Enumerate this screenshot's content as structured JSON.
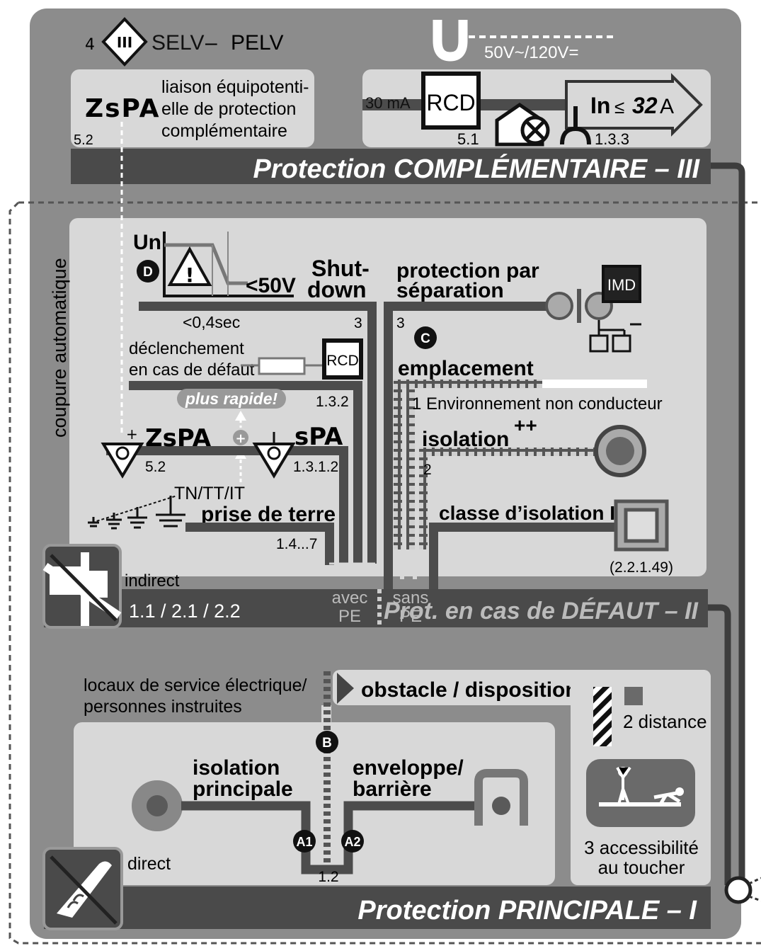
{
  "header": {
    "sym_num": "4",
    "sym_roman": "III",
    "selv": "SELV",
    "dash": "–",
    "pelv": "PELV",
    "voltage": "50V~/120V="
  },
  "zspa_box": {
    "code": "ZsPA",
    "line1": "liaison équipotenti-",
    "line2": "elle de protection",
    "line3": "complémentaire",
    "ref": "5.2"
  },
  "rcd_box": {
    "current": "30 mA",
    "device": "RCD",
    "in_label": "In",
    "le": "≤",
    "in_value": "32",
    "unit": "A",
    "ref_a": "5.1",
    "ref_b": "1.3.3"
  },
  "band_complementary": "Protection COMPLÉMENTAIRE – III",
  "side_label": "coupure automatique",
  "shutdown": {
    "un": "Un",
    "marker_d": "D",
    "lt50": "<50V",
    "time": "<0,4sec",
    "title1": "Shut-",
    "title2": "down",
    "ref": "3"
  },
  "declenchement": {
    "line1": "déclenchement",
    "line2": "en cas de défaut",
    "device": "RCD",
    "ref": "1.3.2",
    "faster": "plus rapide!"
  },
  "bonding": {
    "plus": "+",
    "zspa": "ZsPA",
    "zspa_ref": "5.2",
    "spa": "sPA",
    "spa_ref": "1.3.1.2"
  },
  "earth": {
    "systems": "TN/TT/IT",
    "label": "prise de terre",
    "ref": "1.4...7"
  },
  "separation": {
    "line1": "protection par",
    "line2": "séparation",
    "ref": "3",
    "marker_c": "C",
    "device": "IMD"
  },
  "emplacement": {
    "title": "emplacement",
    "env": "1 Environnement non conducteur",
    "isolation": "isolation",
    "plusplus": "++",
    "ref2": "2"
  },
  "classe2": {
    "label": "classe d’isolation II",
    "ref": "(2.2.1.49)"
  },
  "fault_band": {
    "indirect": "indirect",
    "refs": "1.1 / 2.1 / 2.2",
    "avec": "avec",
    "sans": "sans",
    "pe": "PE",
    "title": "Prot. en cas de DÉFAUT – II"
  },
  "basic": {
    "locaux1": "locaux de service électrique/",
    "locaux2": "personnes instruites",
    "obstacle": "obstacle / disposition",
    "distance": "2 distance",
    "marker_b": "B",
    "iso1": "isolation",
    "iso2": "principale",
    "env1": "enveloppe/",
    "env2": "barrière",
    "a1": "A1",
    "a2": "A2",
    "ref": "1.2",
    "direct": "direct",
    "access1": "3 accessibilité",
    "access2": "au toucher",
    "title": "Protection PRINCIPALE – I"
  },
  "colors": {
    "panel": "#8c8c8c",
    "box": "#d8d8d8",
    "band": "#4a4a4a",
    "line": "#4c4c4c",
    "ink": "#111111"
  }
}
